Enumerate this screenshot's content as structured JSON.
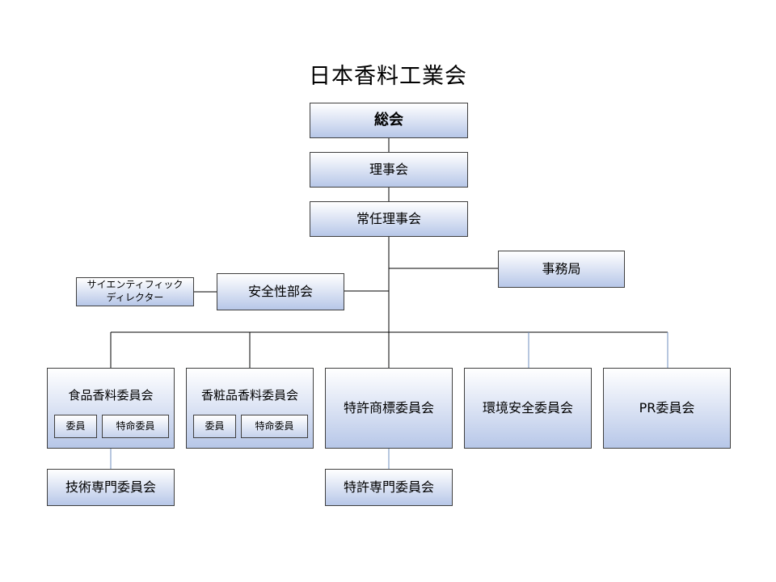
{
  "title": "日本香料工業会",
  "nodes": {
    "soukai": "総会",
    "rijikai": "理事会",
    "jonin": "常任理事会",
    "jimukyoku": "事務局",
    "anzensei": "安全性部会",
    "scientific_1": "サイエンティフィック",
    "scientific_2": "ディレクター",
    "shokuhin": "食品香料委員会",
    "keshohin": "香粧品香料委員会",
    "tokkyo_shohyo": "特許商標委員会",
    "kankyo": "環境安全委員会",
    "pr": "PR委員会",
    "gijutsu": "技術専門委員会",
    "tokkyo_senmon": "特許専門委員会"
  },
  "subs": {
    "shokuhin_iin": "委員",
    "shokuhin_tokumei": "特命委員",
    "keshohin_iin": "委員",
    "keshohin_tokumei": "特命委員"
  },
  "colors": {
    "line": "#000000",
    "blue_line": "#6f8fbf",
    "box_border": "#3f3f3f"
  }
}
